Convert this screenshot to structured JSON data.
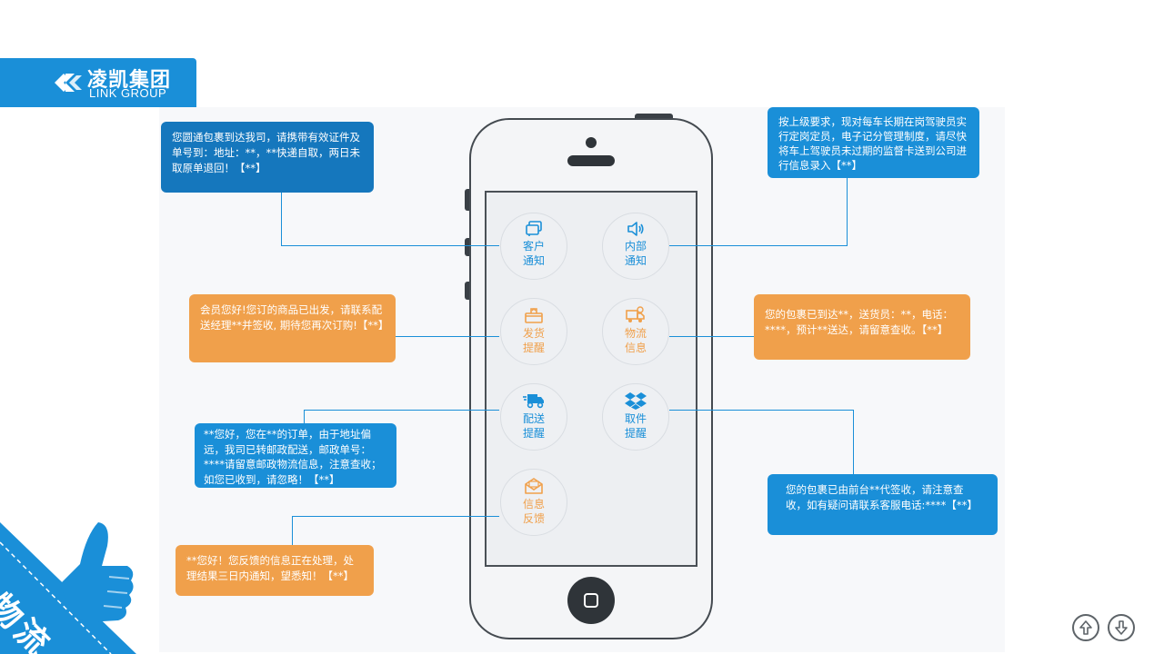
{
  "brand": {
    "name_cn": "凌凯集团",
    "name_en": "LINK GROUP",
    "color": "#1a8fd8"
  },
  "section_title": "物流",
  "colors": {
    "blue": "#1a8fd8",
    "dark_blue": "#1577bd",
    "orange": "#f0a04b",
    "phone_frame": "#444a50"
  },
  "apps": [
    {
      "label": "客户\n通知",
      "icon": "chat-icon",
      "color": "blue"
    },
    {
      "label": "内部\n通知",
      "icon": "speaker-icon",
      "color": "blue"
    },
    {
      "label": "发货\n提醒",
      "icon": "box-icon",
      "color": "orange"
    },
    {
      "label": "物流\n信息",
      "icon": "truck-icon",
      "color": "orange"
    },
    {
      "label": "配送\n提醒",
      "icon": "delivery-truck-icon",
      "color": "blue"
    },
    {
      "label": "取件\n提醒",
      "icon": "dropbox-icon",
      "color": "blue"
    },
    {
      "label": "信息\n反馈",
      "icon": "envelope-icon",
      "color": "orange"
    }
  ],
  "callouts": {
    "customer_notice": "您圆通包裹到达我司，请携带有效证件及单号到：地址：**，**快递自取，两日未取原单退回！【**】",
    "internal_notice": "按上级要求，现对每车长期在岗驾驶员实行定岗定员，电子记分管理制度，请尽快将车上驾驶员未过期的监督卡送到公司进行信息录入【**】",
    "shipping_reminder": "会员您好!您订的商品已出发，请联系配送经理**并签收, 期待您再次订购!【**】",
    "logistics_info": "您的包裹已到达**，送货员：**，电话：****，预计**送达，请留意查收。【**】",
    "delivery_reminder": "**您好，您在**的订单，由于地址偏远，我司已转邮政配送，邮政单号：****请留意邮政物流信息，注意查收；如您已收到，请忽略！【**】",
    "pickup_reminder": "您的包裹已由前台**代签收，请注意查收，如有疑问请联系客服电话:****【**】",
    "feedback": "**您好！您反馈的信息正在处理，处理结果三日内通知，望悉知！【**】"
  },
  "nav": {
    "prev": "arrow-up-icon",
    "next": "arrow-down-icon"
  }
}
